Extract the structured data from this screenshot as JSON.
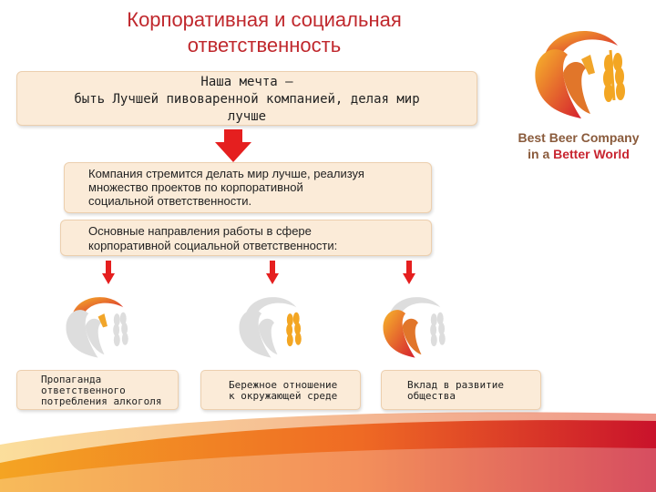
{
  "title_line1": "Корпоративная и социальная",
  "title_line2": "ответственность",
  "dream": {
    "line1": "Наша мечта –",
    "line2": "быть Лучшей пивоваренной компанией, делая мир",
    "line3": "лучше"
  },
  "mission": {
    "line1": "Компания стремится делать мир лучше, реализуя",
    "line2": "множество проектов по корпоративной",
    "line3": "социальной ответственности."
  },
  "directions": {
    "line1": "Основные направления работы в сфере",
    "line2": "корпоративной социальной ответственности:"
  },
  "items": [
    {
      "line1": "Пропаганда",
      "line2": "ответственного",
      "line3": "потребления алкоголя"
    },
    {
      "line1": "Бережное отношение",
      "line2": "к окружающей среде"
    },
    {
      "line1": "Вклад в развитие",
      "line2": "общества"
    }
  ],
  "logo": {
    "line1_a": "Best Beer Company",
    "line2_a": "in a ",
    "line2_accent": "Better World"
  },
  "colors": {
    "title": "#c0282d",
    "arrow": "#e51f1f",
    "box_fill": "#fbebd8",
    "footer_start": "#f4a423",
    "footer_end": "#c9122b"
  }
}
